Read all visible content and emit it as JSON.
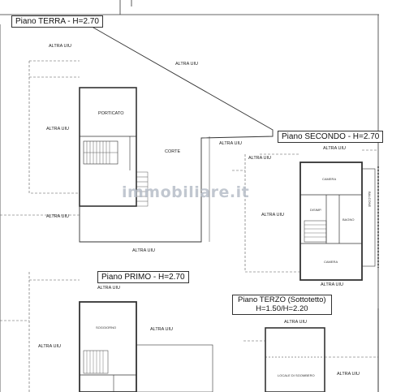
{
  "titles": {
    "terra": "Piano TERRA - H=2.70",
    "secondo": "Piano SECONDO - H=2.70",
    "primo": "Piano PRIMO - H=2.70",
    "terzo_line1": "Piano TERZO (Sottotetto)",
    "terzo_line2": "H=1.50/H=2.20"
  },
  "labels": {
    "altra_uiu": "ALTRA UIU",
    "porticato": "PORTICATO",
    "corte": "CORTE",
    "camera": "CAMERA",
    "bagno": "BAGNO",
    "balcone": "BALCONE",
    "disimpegno": "DISIMP.",
    "soggiorno": "SOGGIORNO",
    "locale_sgombero": "LOCALE DI SGOMBERO"
  },
  "watermark": "immobiliare.it",
  "colors": {
    "line": "#333333",
    "dash": "#555555",
    "watermark": "#b7bec8"
  }
}
